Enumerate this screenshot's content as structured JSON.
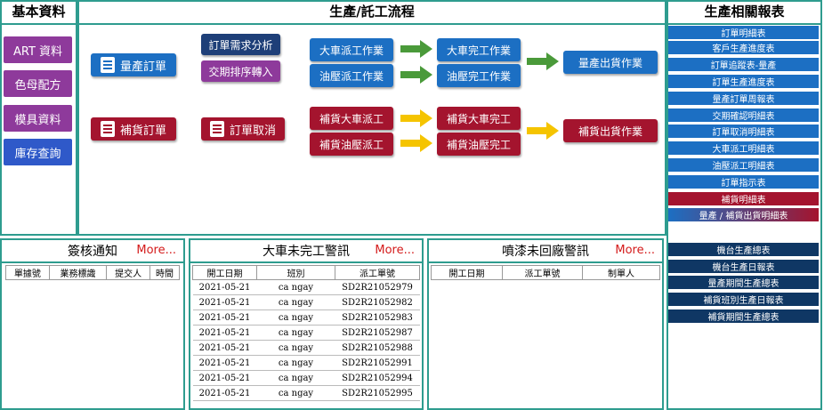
{
  "basic": {
    "title": "基本資料",
    "items": [
      "ART 資料",
      "色母配方",
      "模具資料",
      "庫存查詢"
    ]
  },
  "flow": {
    "title": "生產/託工流程",
    "mass_order": "量產訂單",
    "demand_analysis": "訂單需求分析",
    "schedule_transfer": "交期排序轉入",
    "truck_dispatch": "大車派工作業",
    "oil_dispatch": "油壓派工作業",
    "truck_complete": "大車完工作業",
    "oil_complete": "油壓完工作業",
    "mass_ship": "量產出貨作業",
    "replenish_order": "補貨訂單",
    "order_cancel": "訂單取消",
    "rep_truck_dispatch": "補貨大車派工",
    "rep_oil_dispatch": "補貨油壓派工",
    "rep_truck_complete": "補貨大車完工",
    "rep_oil_complete": "補貨油壓完工",
    "rep_ship": "補貨出貨作業"
  },
  "reports": {
    "title": "生產相關報表",
    "group1": [
      "訂單明細表",
      "客戶生產進度表",
      "訂單追蹤表-量產",
      "訂單生產進度表",
      "量產訂單周報表",
      "交期確認明細表",
      "訂單取消明細表",
      "大車派工明細表",
      "油壓派工明細表",
      "訂單指示表"
    ],
    "red_item": "補貨明細表",
    "mixed_item": "量產 / 補貨出貨明細表",
    "group2": [
      "機台生產總表",
      "機台生產日報表",
      "量產期間生產總表",
      "補貨班別生產日報表",
      "補貨期間生產總表"
    ]
  },
  "sign": {
    "title": "簽核通知",
    "more": "More...",
    "columns": [
      "單據號",
      "業務標識",
      "提交人",
      "時間"
    ]
  },
  "truck_alert": {
    "title": "大車未完工警訊",
    "more": "More...",
    "columns": [
      "開工日期",
      "班別",
      "派工單號"
    ],
    "rows": [
      [
        "2021-05-21",
        "ca ngay",
        "SD2R21052979"
      ],
      [
        "2021-05-21",
        "ca ngay",
        "SD2R21052982"
      ],
      [
        "2021-05-21",
        "ca ngay",
        "SD2R21052983"
      ],
      [
        "2021-05-21",
        "ca ngay",
        "SD2R21052987"
      ],
      [
        "2021-05-21",
        "ca ngay",
        "SD2R21052988"
      ],
      [
        "2021-05-21",
        "ca ngay",
        "SD2R21052991"
      ],
      [
        "2021-05-21",
        "ca ngay",
        "SD2R21052994"
      ],
      [
        "2021-05-21",
        "ca ngay",
        "SD2R21052995"
      ]
    ]
  },
  "paint_alert": {
    "title": "噴漆未回廠警訊",
    "more": "More...",
    "columns": [
      "開工日期",
      "派工單號",
      "制單人"
    ]
  },
  "colors": {
    "teal_border": "#2e9c8f",
    "blue": "#1c6fc3",
    "red": "#a4142e",
    "purple": "#8e3a9b",
    "navy": "#0f3764",
    "green_arrow": "#4a9a3a",
    "yellow_arrow": "#f5c400"
  }
}
